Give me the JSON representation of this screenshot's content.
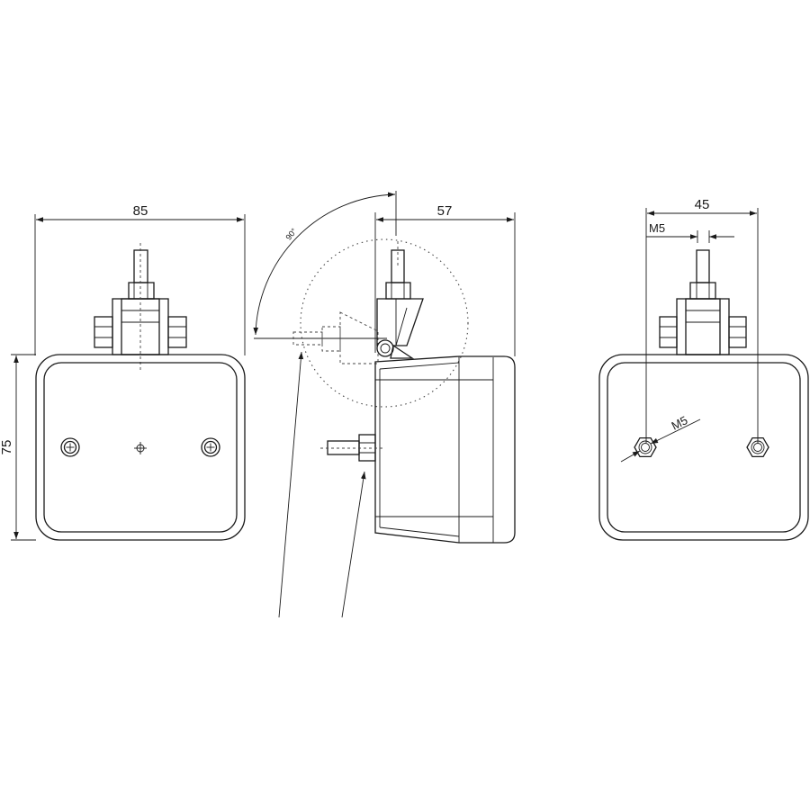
{
  "dimensions": {
    "front_width": "85",
    "front_height": "75",
    "side_depth": "57",
    "angle": "90°",
    "back_spacing": "45",
    "thread_stud": "M5",
    "thread_nut": "M5"
  }
}
